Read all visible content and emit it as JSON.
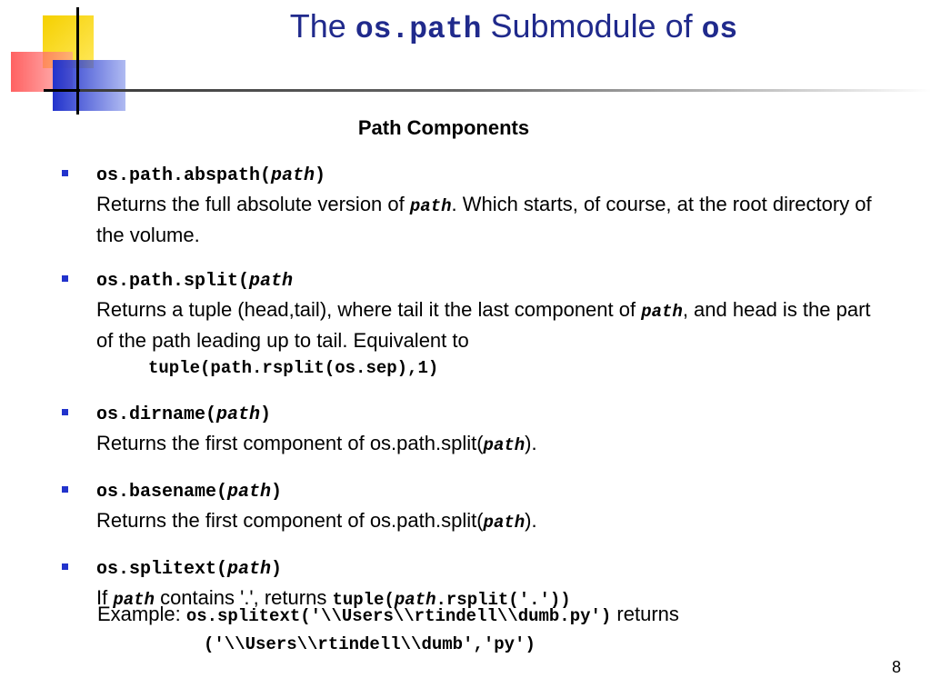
{
  "slide": {
    "title_pre": "The ",
    "title_code1": "os.path",
    "title_mid": " Submodule of ",
    "title_code2": "os",
    "subtitle": "Path Components",
    "page_number": "8",
    "accent_color": "#202a8c",
    "bullet_color": "#2233cc",
    "logo_colors": [
      "#f5d000",
      "#ff5050",
      "#2233cc"
    ]
  },
  "items": [
    {
      "fn": "os.path.abspath(",
      "arg": "path",
      "close": ")",
      "d1": "Returns the full absolute version of ",
      "d_code": "path",
      "d2": ". Which starts, of course, at the root directory of the volume."
    },
    {
      "fn": "os.path.split(",
      "arg": "path",
      "close": "",
      "d1": "Returns a tuple (head,tail), where tail it the last component of ",
      "d_code": "path",
      "d2": ", and head is the part of the path leading up to tail.  Equivalent to",
      "d_indent_code": "tuple(path.rsplit(os.sep),1)"
    },
    {
      "fn": "os.dirname(",
      "arg": "path",
      "close": ")",
      "d1": "Returns the first component of os.path.split(",
      "d_code": "path",
      "d2": ")."
    },
    {
      "fn": "os.basename(",
      "arg": "path",
      "close": ")",
      "d1": "Returns the first component of os.path.split(",
      "d_code": "path",
      "d2": ")."
    },
    {
      "fn": "os.splitext(",
      "arg": "path",
      "close": ")",
      "d1": "If ",
      "d_code": "path",
      "d2": " contains '.', returns ",
      "d_code2a": "tuple(",
      "d_code2b": "path",
      "d_code2c": ".rsplit('.'))"
    }
  ],
  "example": {
    "label": "Example: ",
    "code1": "os.splitext('\\\\Users\\\\rtindell\\\\dumb.py')",
    "mid": " returns",
    "code2": "('\\\\Users\\\\rtindell\\\\dumb','py')"
  }
}
